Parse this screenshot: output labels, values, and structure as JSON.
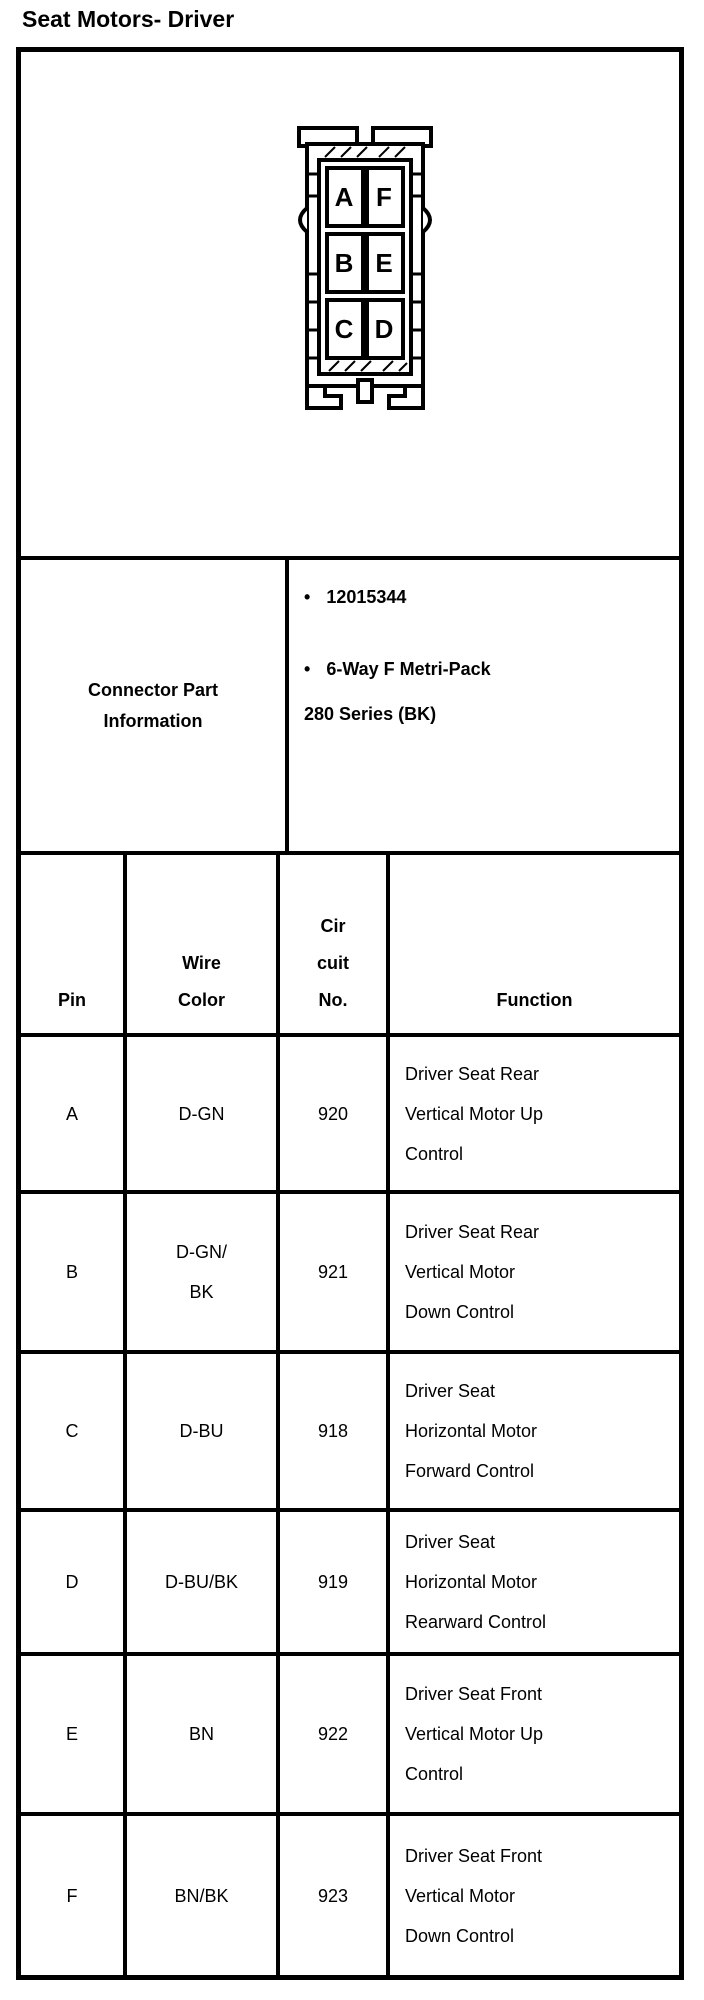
{
  "title": "Seat Motors- Driver",
  "connector": {
    "description": "6-pin connector face view",
    "pin_labels": [
      "A",
      "F",
      "B",
      "E",
      "C",
      "D"
    ]
  },
  "part_info": {
    "label": "Connector Part\nInformation",
    "bullet_char": "•",
    "bullets": [
      "12015344",
      "6-Way F Metri-Pack\n280 Series (BK)"
    ]
  },
  "table": {
    "headers": {
      "pin": "Pin",
      "wire_color": "Wire\nColor",
      "circuit_no": "Cir\ncuit\nNo.",
      "function": "Function"
    },
    "rows": [
      {
        "pin": "A",
        "wire_color": "D-GN",
        "circuit": "920",
        "function": "Driver Seat Rear\nVertical Motor Up\nControl"
      },
      {
        "pin": "B",
        "wire_color": "D-GN/\nBK",
        "circuit": "921",
        "function": "Driver Seat Rear\nVertical Motor\nDown Control"
      },
      {
        "pin": "C",
        "wire_color": "D-BU",
        "circuit": "918",
        "function": "Driver Seat\nHorizontal Motor\nForward Control"
      },
      {
        "pin": "D",
        "wire_color": "D-BU/BK",
        "circuit": "919",
        "function": "Driver Seat\nHorizontal Motor\nRearward Control"
      },
      {
        "pin": "E",
        "wire_color": "BN",
        "circuit": "922",
        "function": "Driver Seat Front\nVertical Motor Up\nControl"
      },
      {
        "pin": "F",
        "wire_color": "BN/BK",
        "circuit": "923",
        "function": "Driver Seat Front\nVertical Motor\nDown Control"
      }
    ]
  },
  "colors": {
    "ink": "#000000",
    "background": "#ffffff"
  }
}
